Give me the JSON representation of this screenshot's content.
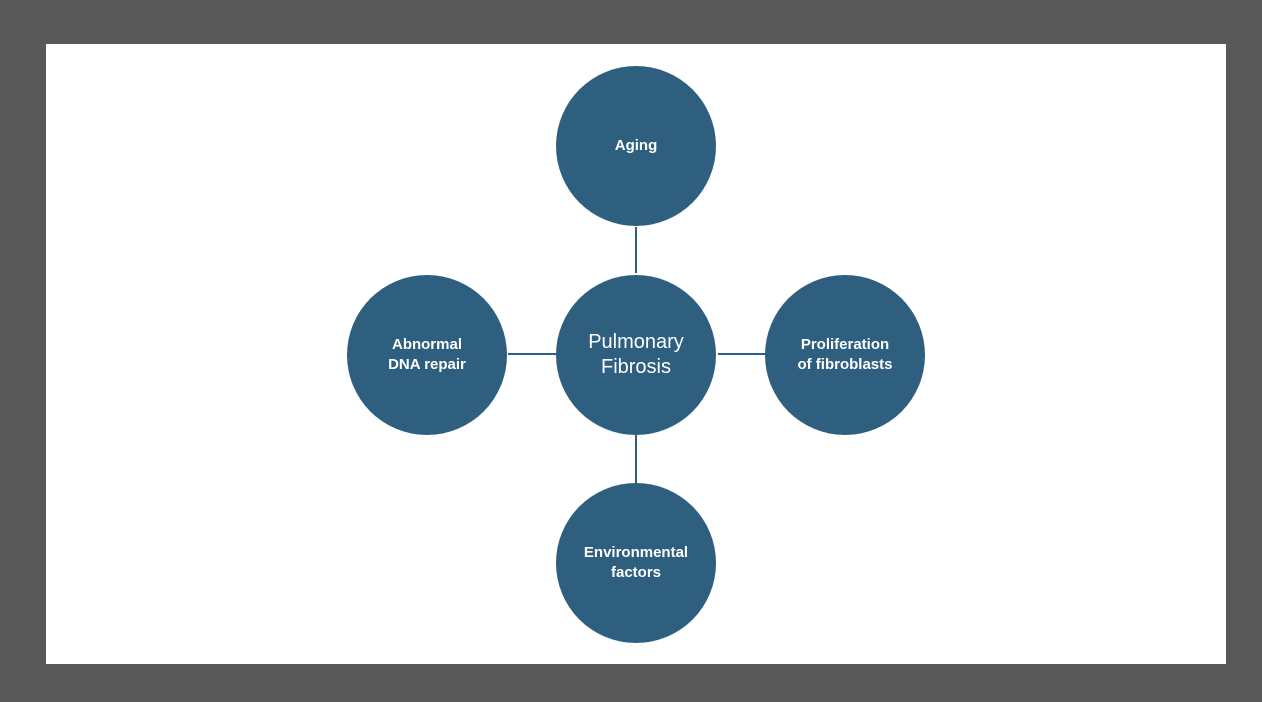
{
  "diagram": {
    "center": {
      "label_line1": "Pulmonary",
      "label_line2": "Fibrosis"
    },
    "nodes": {
      "top": {
        "label_line1": "Aging",
        "label_line2": ""
      },
      "left": {
        "label_line1": "Abnormal",
        "label_line2": "DNA repair"
      },
      "right": {
        "label_line1": "Proliferation",
        "label_line2": "of fibroblasts"
      },
      "bottom": {
        "label_line1": "Environmental",
        "label_line2": "factors"
      }
    }
  },
  "colors": {
    "node_fill": "#2e5f7f",
    "node_text": "#ffffff",
    "connector": "#2e5f7f",
    "slide_background": "#ffffff",
    "frame_background": "#595959"
  }
}
